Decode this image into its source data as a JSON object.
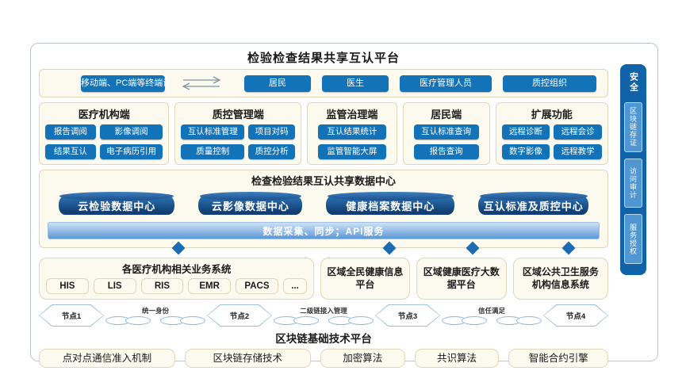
{
  "title": "检验检查结果共享互认平台",
  "terminal_row": {
    "device": "移动端、PC端等终端设备",
    "users": [
      "居民",
      "医生",
      "医疗管理人员",
      "质控组织"
    ]
  },
  "client_panels": [
    {
      "title": "医疗机构端",
      "items": [
        "报告调阅",
        "影像调阅",
        "结果互认",
        "电子病历引用"
      ]
    },
    {
      "title": "质控管理端",
      "items": [
        "互认标准管理",
        "项目对码",
        "质量控制",
        "质控分析"
      ]
    },
    {
      "title": "监管治理端",
      "items": [
        "互认结果统计",
        "监管智能大屏"
      ]
    },
    {
      "title": "居民端",
      "items": [
        "互认标准查询",
        "报告查询"
      ]
    },
    {
      "title": "扩展功能",
      "items": [
        "远程诊断",
        "远程会诊",
        "数字影像",
        "远程教学"
      ]
    }
  ],
  "data_center": {
    "title": "检查检验结果互认共享数据中心",
    "cylinders": [
      "云检验数据中心",
      "云影像数据中心",
      "健康档案数据中心",
      "互认标准及质控中心"
    ],
    "band": "数据采集、同步；API服务"
  },
  "systems_row": [
    {
      "title": "各医疗机构相关业务系统",
      "items": [
        "HIS",
        "LIS",
        "RIS",
        "EMR",
        "PACS",
        "..."
      ]
    },
    {
      "title": "区域全民健康信息平台"
    },
    {
      "title": "区域健康医疗大数据平台"
    },
    {
      "title": "区域公共卫生服务机构信息系统"
    }
  ],
  "blockchain_nodes": {
    "nodes": [
      "节点1",
      "节点2",
      "节点3",
      "节点4"
    ],
    "links": [
      "统一身份",
      "二级链接入管理",
      "信任满足"
    ]
  },
  "blockchain_platform": {
    "title": "区块链基础技术平台",
    "items": [
      "点对点通信准入机制",
      "区块链存储技术",
      "加密算法",
      "共识算法",
      "智能合约引擎"
    ]
  },
  "security_sidebar": {
    "title": "安全",
    "items": [
      "区块链存证",
      "访问审计",
      "服务授权"
    ]
  },
  "colors": {
    "accent_blue": "#1273b8",
    "dark_blue": "#123e73",
    "cylinder_top": "#3c80c0",
    "cream": "#fcf9ee",
    "cream_border": "#e0d6b8",
    "band_top": "#cfe2f6",
    "band_bottom": "#5b97d6",
    "sidebar_bg": "#1163a9",
    "sidebar_item": "#4f96d2",
    "diamond": "#1b6cb3",
    "hex_border": "#9fc3dc",
    "chain": "#90b9d8",
    "frame_border": "#b8c4d6"
  }
}
